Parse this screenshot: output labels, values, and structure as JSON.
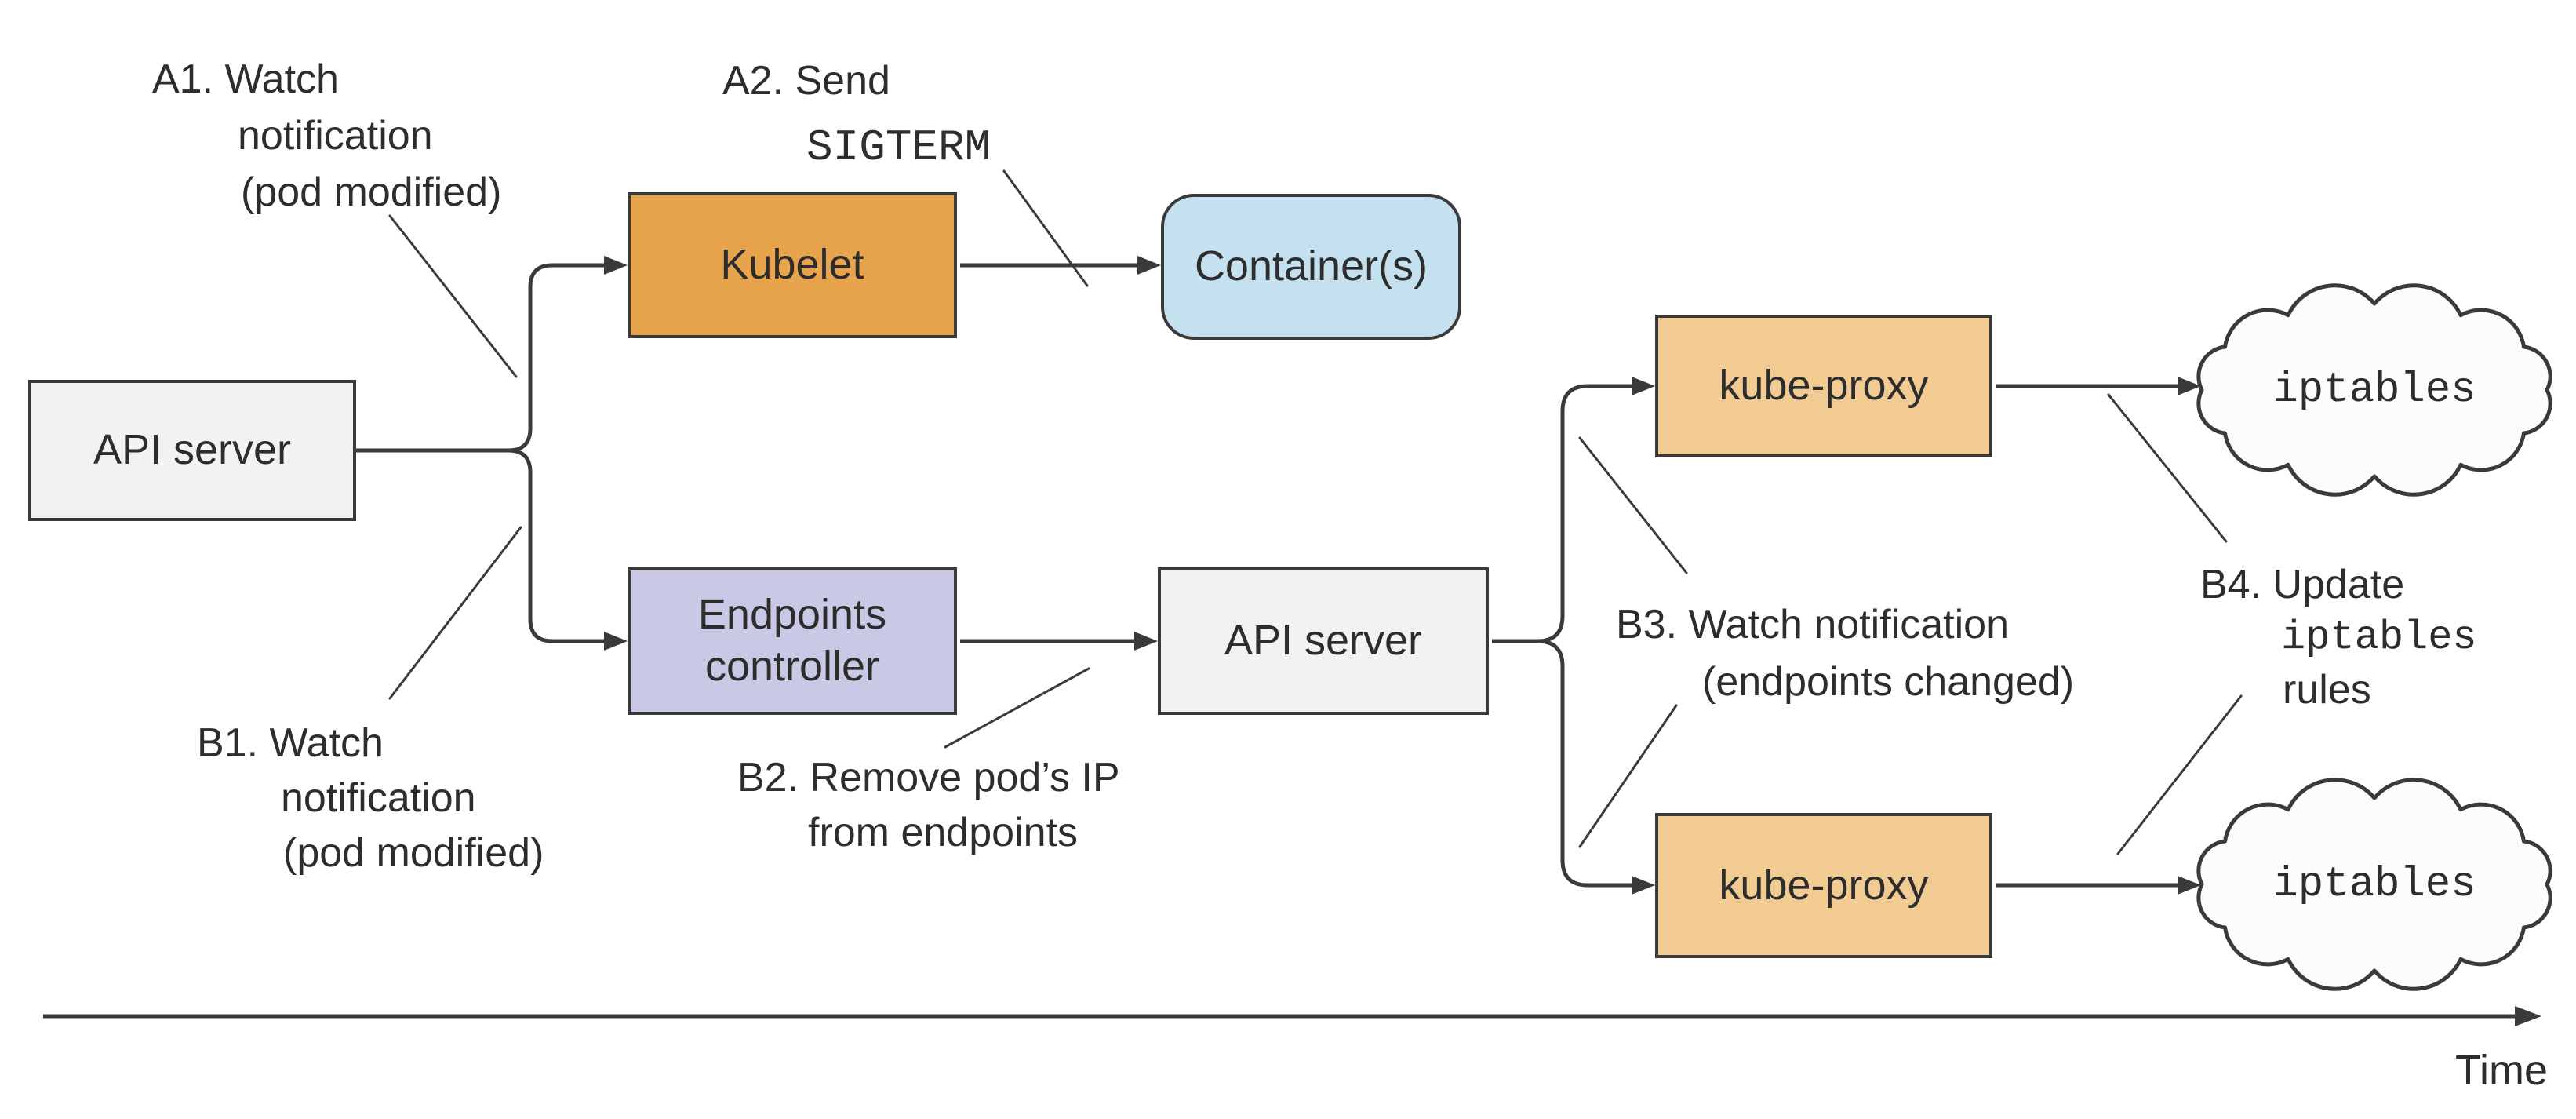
{
  "diagram": {
    "nodes": {
      "api_server_left": {
        "label": "API server"
      },
      "kubelet": {
        "label": "Kubelet"
      },
      "containers": {
        "label": "Container(s)"
      },
      "endpoints_controller": {
        "label": "Endpoints controller"
      },
      "api_server_mid": {
        "label": "API server"
      },
      "kube_proxy_top": {
        "label": "kube-proxy"
      },
      "kube_proxy_bottom": {
        "label": "kube-proxy"
      },
      "iptables_top": {
        "label": "iptables"
      },
      "iptables_bottom": {
        "label": "iptables"
      }
    },
    "annotations": {
      "a1": {
        "lines": [
          "A1. Watch",
          "notification",
          "(pod modified)"
        ]
      },
      "a2": {
        "lines": [
          "A2. Send",
          "SIGTERM"
        ]
      },
      "b1": {
        "lines": [
          "B1. Watch",
          "notification",
          "(pod modified)"
        ]
      },
      "b2": {
        "lines": [
          "B2. Remove pod’s IP",
          "from endpoints"
        ]
      },
      "b3": {
        "lines": [
          "B3. Watch notification",
          "(endpoints changed)"
        ]
      },
      "b4": {
        "lines": [
          "B4. Update",
          "iptables",
          "rules"
        ]
      }
    },
    "timeline": {
      "label": "Time"
    },
    "colors": {
      "kubelet_fill": "#E8A44C",
      "kube_proxy_fill": "#F2CB93",
      "containers_fill": "#C5E0EF",
      "endpoints_controller_fill": "#C9C9E6",
      "api_server_fill": "#F1F2F2",
      "cloud_fill": "#FCFCFC",
      "line": "#3A3A3A",
      "text": "#2D2D2D"
    }
  }
}
